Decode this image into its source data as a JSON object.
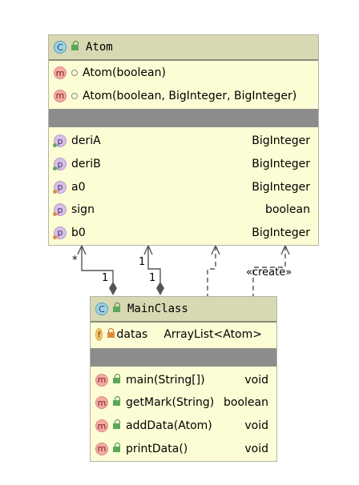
{
  "atom": {
    "badge": "C",
    "name": "Atom",
    "constructors": [
      {
        "badge": "m",
        "label": "Atom(boolean)"
      },
      {
        "badge": "m",
        "label": "Atom(boolean, BigInteger, BigInteger)"
      }
    ],
    "properties": [
      {
        "badge": "p",
        "name": "deriA",
        "type": "BigInteger"
      },
      {
        "badge": "p",
        "name": "deriB",
        "type": "BigInteger"
      },
      {
        "badge": "p",
        "name": "a0",
        "type": "BigInteger"
      },
      {
        "badge": "p",
        "name": "sign",
        "type": "boolean"
      },
      {
        "badge": "p",
        "name": "b0",
        "type": "BigInteger"
      }
    ]
  },
  "mainclass": {
    "badge": "C",
    "name": "MainClass",
    "fields": [
      {
        "badge": "f",
        "name": "datas",
        "type": "ArrayList<Atom>"
      }
    ],
    "methods": [
      {
        "badge": "m",
        "name": "main(String[])",
        "type": "void"
      },
      {
        "badge": "m",
        "name": "getMark(String)",
        "type": "boolean"
      },
      {
        "badge": "m",
        "name": "addData(Atom)",
        "type": "void"
      },
      {
        "badge": "m",
        "name": "printData()",
        "type": "void"
      }
    ]
  },
  "relations": {
    "mult_star": "*",
    "mult_one_a": "1",
    "mult_one_b": "1",
    "mult_one_c": "1",
    "create_label": "«create»"
  },
  "colors": {
    "class_fill": "#fdfdd5",
    "header_fill": "#d8d8b2",
    "separator": "#8c8c8c",
    "line": "#555555"
  }
}
